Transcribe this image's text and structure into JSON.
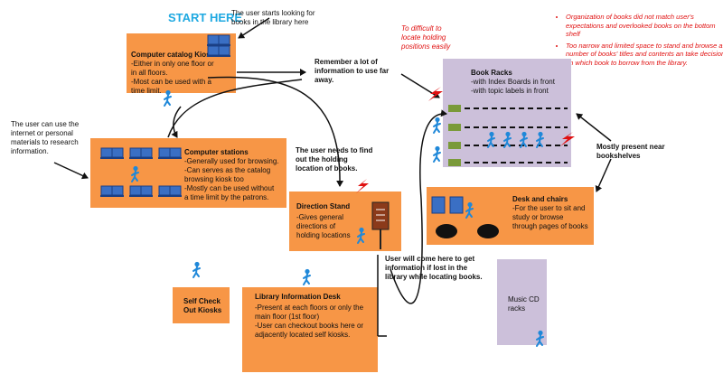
{
  "start_label": "START HERE",
  "start_desc": "The user starts looking  for\nbooks in the library here",
  "left_note": "The user can use the\ninternet or personal\nmaterials to research\ninformation.",
  "holding_note": "To  difficult to\nlocate holding\npositions easily",
  "notes": [
    "Organization of books did not match user's expectations and overlooked books on the bottom  shelf",
    "Too narrow and limited space to stand and browse a number of books' titles and contents an take decision on which book to borrow from the library."
  ],
  "catalog": {
    "title": "Computer catalog Kiosk",
    "body": "-Either in only one floor or\nin all floors.\n-Most can be used with a\ntime limit."
  },
  "stations": {
    "title": "Computer stations",
    "body": "-Generally used for browsing.\n-Can serves as the catalog\nbrowsing kiosk too\n-Mostly can be used without\na time limit by the patrons."
  },
  "remember_note": "Remember a lot of\ninformation to use far\naway.",
  "find_note": "The user needs to find\nout the holding\nlocation of books.",
  "direction": {
    "title": "Direction Stand",
    "body": "-Gives general\ndirections of\nholding locations"
  },
  "racks": {
    "title": "Book Racks",
    "body": "-with Index Boards in front\n-with topic labels in front"
  },
  "mostly_note": "Mostly present near\nbookshelves",
  "desk": {
    "title": "Desk and chairs",
    "body": "-For the user to sit and\nstudy or browse\nthrough pages of books"
  },
  "lost_note": "User will come here to get\ninformation if lost in the\nlibrary while locating books.",
  "selfcheck": "Self Check\nOut Kiosks",
  "info_desk": {
    "title": "Library Information Desk",
    "body": "-Present at each floors or only the\nmain floor (1st floor)\n-User can checkout  books here or\nadjacently located self kiosks."
  },
  "music": "Music CD\nracks",
  "colors": {
    "orange": "#f79646",
    "lavender": "#ccc0da",
    "blue": "#3a6fc4",
    "person": "#1f88d9",
    "accent_red": "#e01010",
    "rack_green": "#7a9a3a"
  }
}
